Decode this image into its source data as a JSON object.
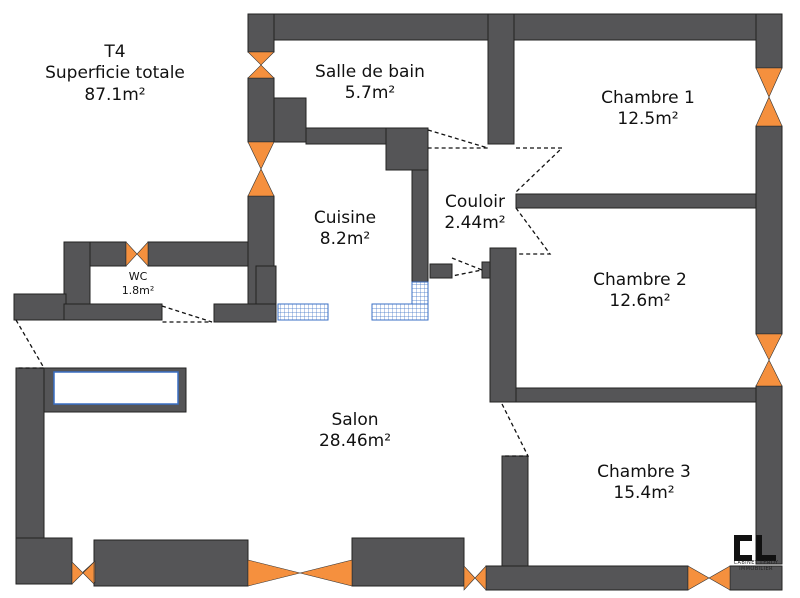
{
  "header": {
    "type": "T4",
    "total_label": "Superficie totale",
    "total_area": "87.1m²"
  },
  "rooms": {
    "salle_de_bain": {
      "name": "Salle de bain",
      "area": "5.7m²"
    },
    "chambre_1": {
      "name": "Chambre 1",
      "area": "12.5m²"
    },
    "couloir": {
      "name": "Couloir",
      "area": "2.44m²"
    },
    "cuisine": {
      "name": "Cuisine",
      "area": "8.2m²"
    },
    "wc": {
      "name": "WC",
      "area": "1.8m²"
    },
    "chambre_2": {
      "name": "Chambre 2",
      "area": "12.6m²"
    },
    "salon": {
      "name": "Salon",
      "area": "28.46m²"
    },
    "chambre_3": {
      "name": "Chambre 3",
      "area": "15.4m²"
    }
  },
  "logo": {
    "line1": "CABINET LEROY",
    "line2": "IMMOBILIER"
  },
  "colors": {
    "wall": "#555557",
    "window": "#f5903e",
    "tile": "#3a6fc4"
  }
}
